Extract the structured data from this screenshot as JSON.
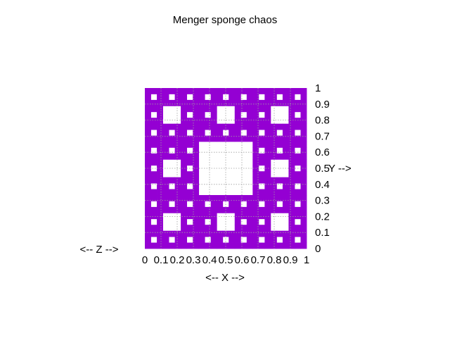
{
  "chart_data": {
    "type": "scatter",
    "title": "Menger sponge chaos",
    "xlabel": "<-- X -->",
    "ylabel": "Y -->",
    "zlabel": "<-- Z -->",
    "xlim": [
      0,
      1
    ],
    "ylim": [
      0,
      1
    ],
    "x_ticks": [
      "0",
      "0.1",
      "0.2",
      "0.3",
      "0.4",
      "0.5",
      "0.6",
      "0.7",
      "0.8",
      "0.9",
      "1"
    ],
    "y_ticks": [
      "0",
      "0.1",
      "0.2",
      "0.3",
      "0.4",
      "0.5",
      "0.6",
      "0.7",
      "0.8",
      "0.9",
      "1"
    ],
    "grid": true,
    "point_color": "#9400d3",
    "fractal": "Menger sponge",
    "iterations": 3
  }
}
